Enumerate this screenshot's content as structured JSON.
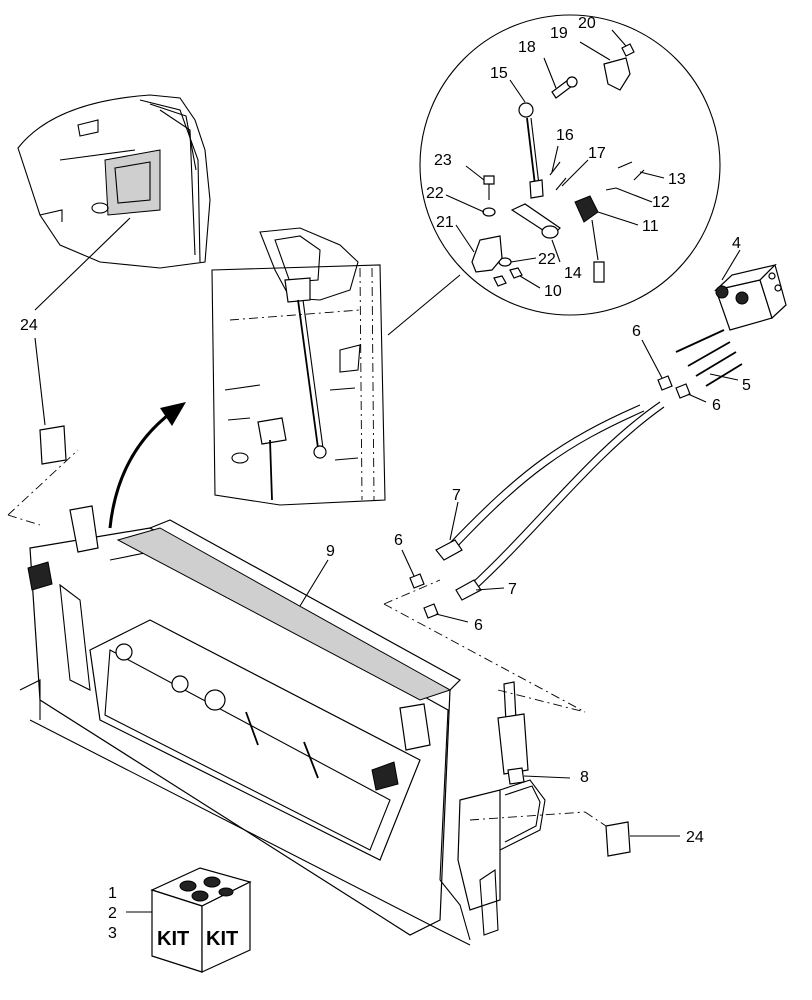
{
  "callouts": {
    "c1": "1",
    "c2": "2",
    "c3": "3",
    "c4": "4",
    "c5": "5",
    "c6a": "6",
    "c6b": "6",
    "c6c": "6",
    "c6d": "6",
    "c7a": "7",
    "c7b": "7",
    "c8": "8",
    "c9": "9",
    "c10": "10",
    "c11": "11",
    "c12": "12",
    "c13": "13",
    "c14": "14",
    "c15": "15",
    "c16": "16",
    "c17": "17",
    "c18": "18",
    "c19": "19",
    "c20": "20",
    "c21": "21",
    "c22a": "22",
    "c22b": "22",
    "c23": "23",
    "c24a": "24",
    "c24b": "24"
  },
  "kit": {
    "label_left": "KIT",
    "label_right": "KIT"
  }
}
